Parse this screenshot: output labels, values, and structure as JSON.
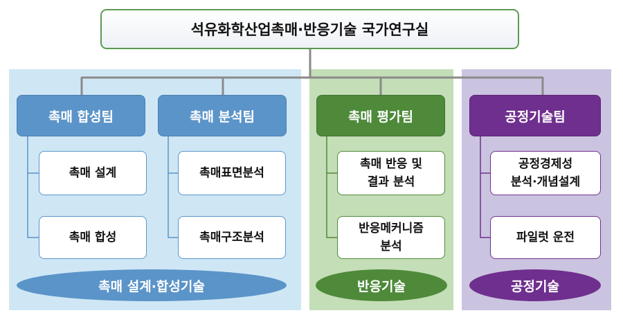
{
  "title": "석유화학산업촉매·반응기술 국가연구실",
  "teams": [
    {
      "name": "촉매 합성팀",
      "items": [
        "촉매 설계",
        "촉매 합성"
      ]
    },
    {
      "name": "촉매 분석팀",
      "items": [
        "촉매표면분석",
        "촉매구조분석"
      ]
    },
    {
      "name": "촉매 평가팀",
      "items": [
        "촉매 반응 및\n결과 분석",
        "반응메커니즘\n분석"
      ]
    },
    {
      "name": "공정기술팀",
      "items": [
        "공정경제성\n분석·개념설계",
        "파일럿 운전"
      ]
    }
  ],
  "groups": [
    "촉매 설계·합성기술",
    "반응기술",
    "공정기술"
  ],
  "colors": {
    "blue": "#5b94c8",
    "green": "#4e8a3a",
    "purple": "#6f2f8e",
    "panel_blue": "#cfe7f5",
    "panel_green": "#c4deb7",
    "panel_purple": "#cbc4e0"
  }
}
